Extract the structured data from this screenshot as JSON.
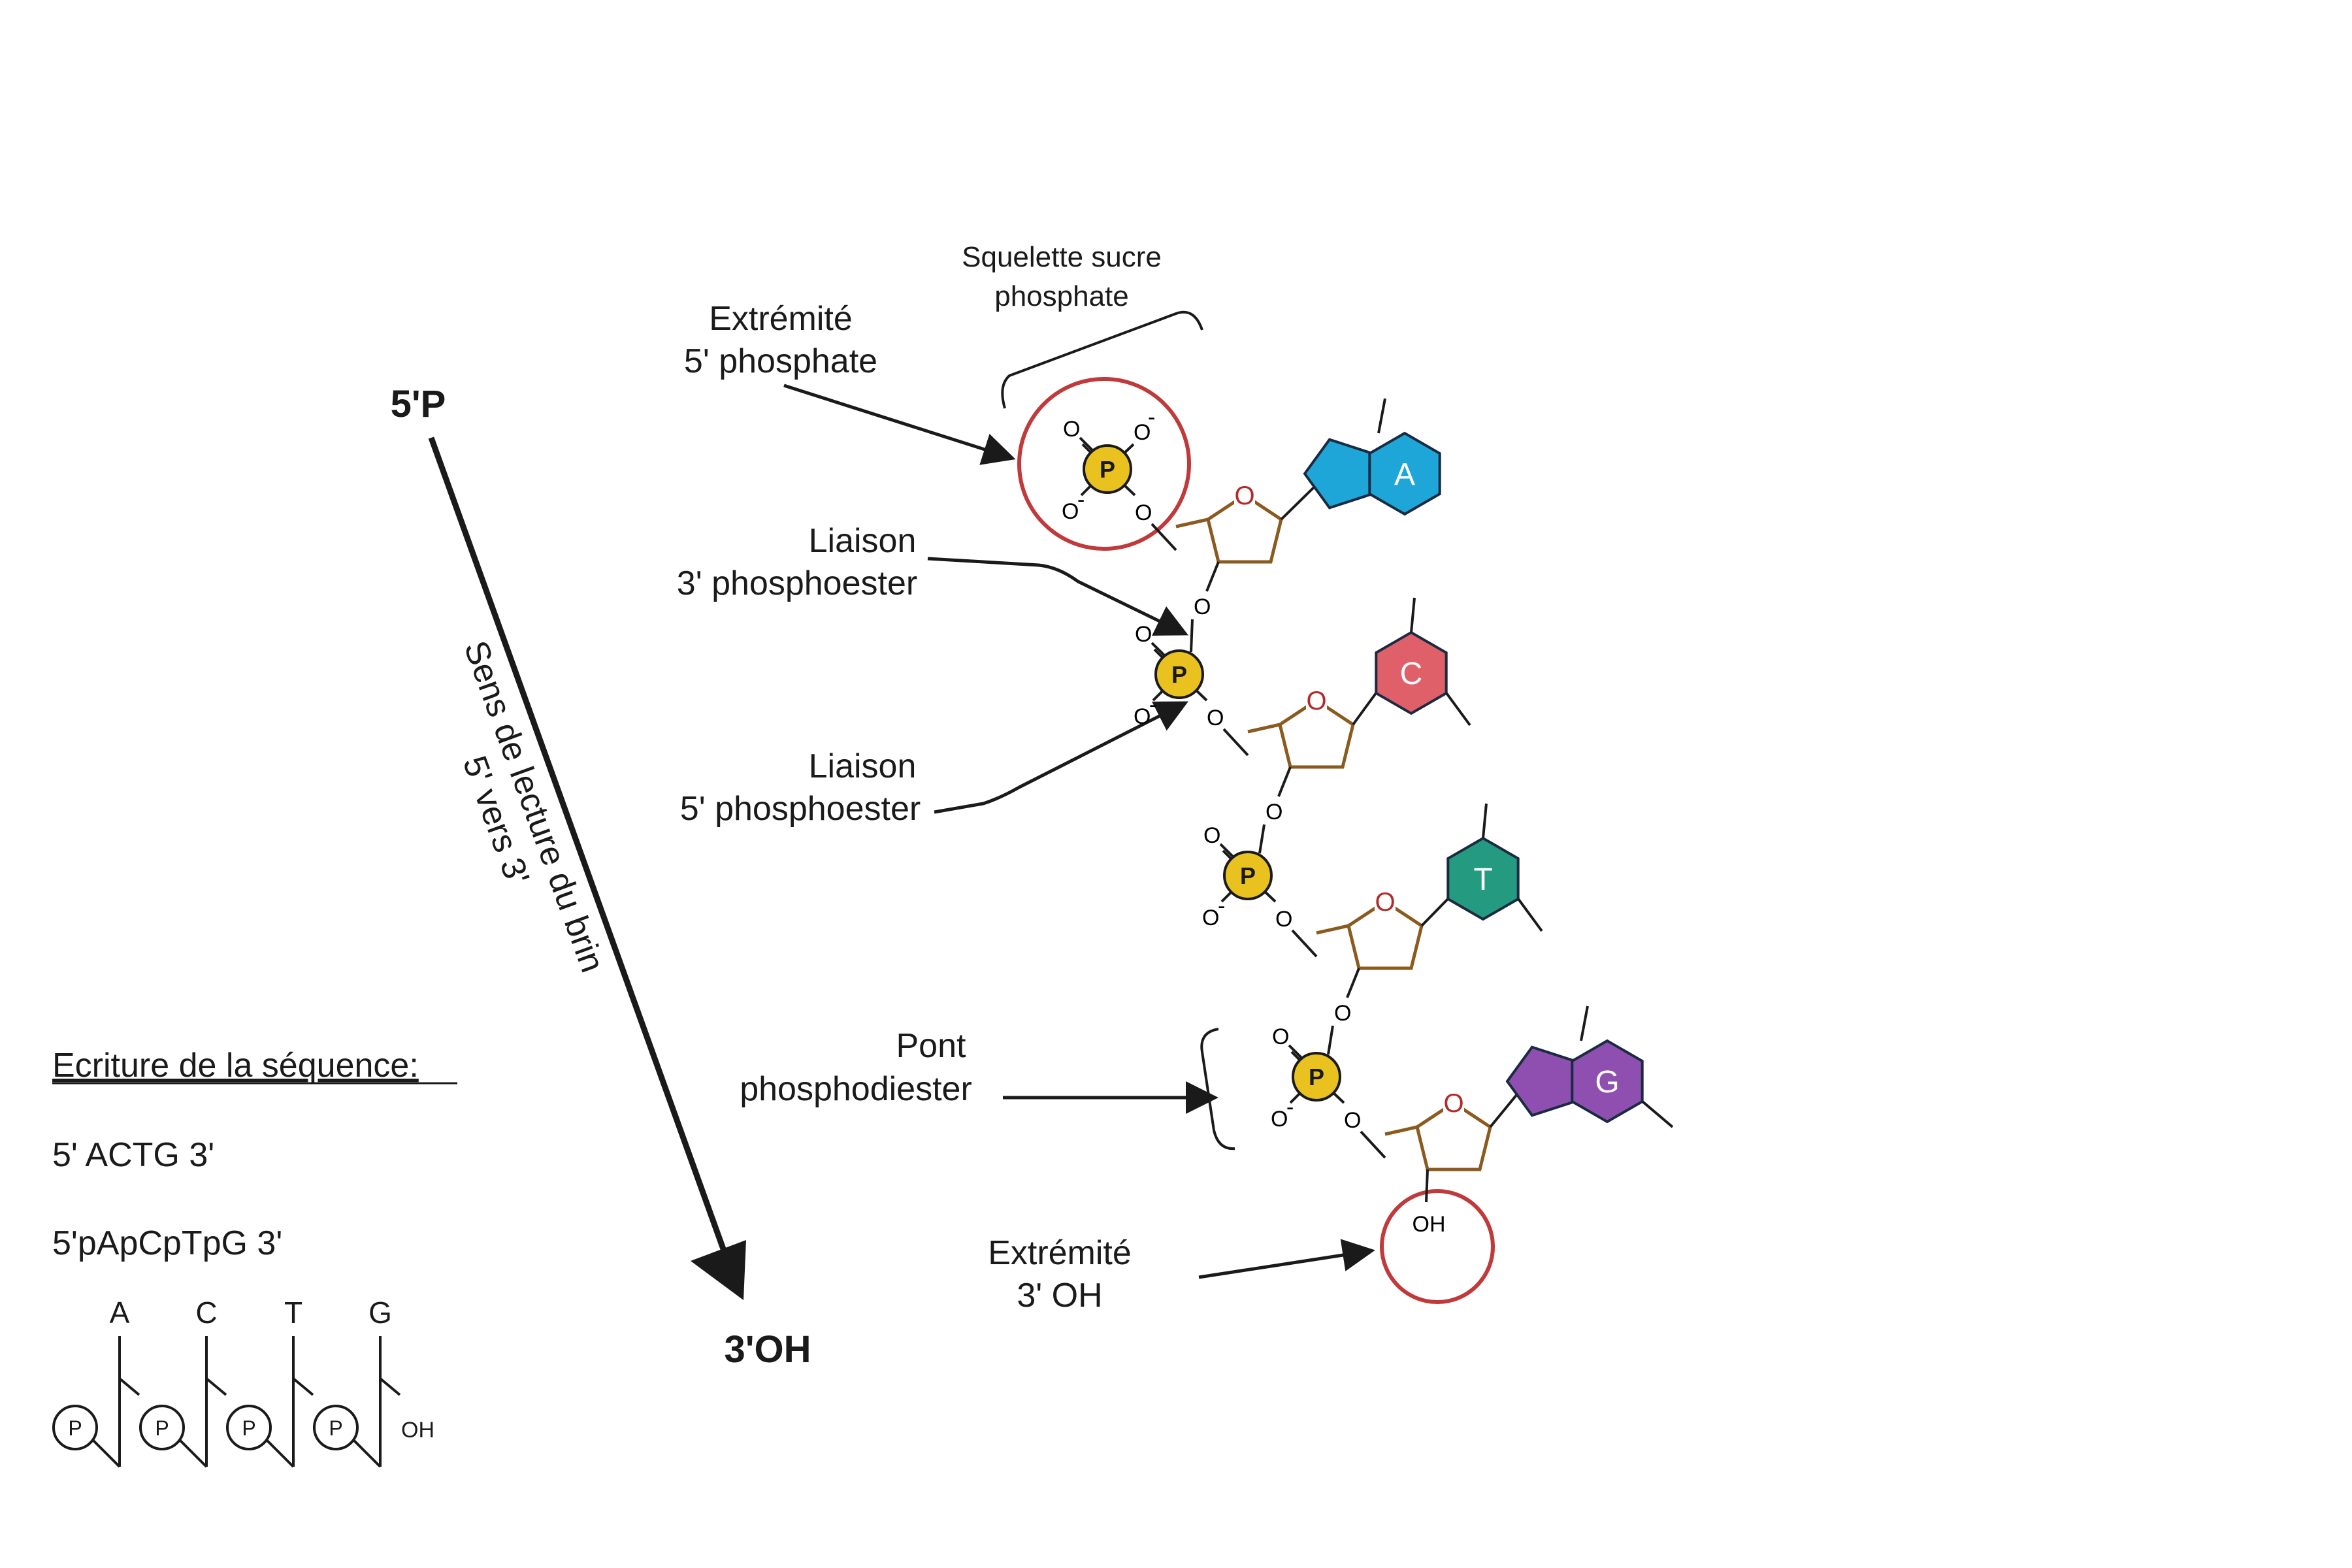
{
  "labels": {
    "backbone": [
      "Squelette sucre",
      "phosphate"
    ],
    "end5": [
      "Extrémité",
      "5' phosphate"
    ],
    "bond3": [
      "Liaison",
      "3' phosphoester"
    ],
    "bond5": [
      "Liaison",
      "5' phosphoester"
    ],
    "bridge": [
      "Pont",
      "phosphodiester"
    ],
    "end3": [
      "Extrémité",
      "3' OH"
    ],
    "direction": [
      "Sens de lecture du brin",
      "5' vers 3'"
    ],
    "start": "5'P",
    "finish": "3'OH",
    "seq_title": "Ecriture de la séquence:",
    "seq1": "5' ACTG 3'",
    "seq2": "5'pApCpTpG 3'"
  },
  "atoms": {
    "phosphorus": "P",
    "oxygen": "O",
    "hydroxyl": "OH",
    "charge": "-"
  },
  "bases": [
    {
      "letter": "A",
      "color": "#1ea6d8"
    },
    {
      "letter": "C",
      "color": "#e0606a"
    },
    {
      "letter": "T",
      "color": "#249a80"
    },
    {
      "letter": "G",
      "color": "#8e4fb0"
    }
  ],
  "mini": {
    "letters": [
      "A",
      "C",
      "T",
      "G"
    ],
    "phosphate": "P",
    "end": "OH"
  },
  "colors": {
    "phosphate": "#eac21f",
    "circle": "#c0393b",
    "sugar": "#8a5a1e",
    "oxygen": "#b22a2a"
  }
}
